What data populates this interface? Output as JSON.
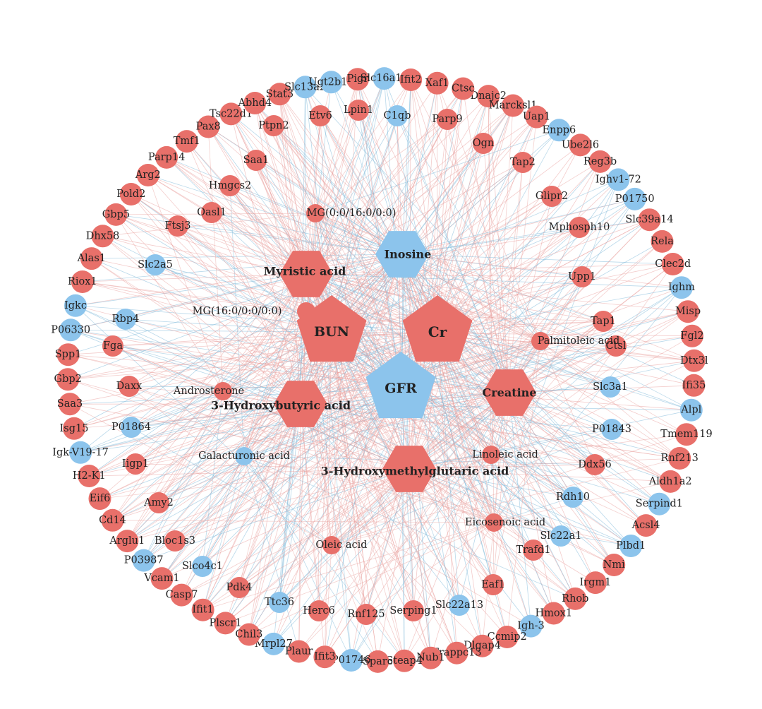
{
  "colors": {
    "up": "#e8706a",
    "down": "#8cc4ec",
    "edge_up": "#e9a3a0",
    "edge_down": "#7db8d8",
    "label": "#222222"
  },
  "hubs": [
    {
      "id": "h_bun",
      "label": "BUN",
      "shape": "pentagon",
      "group": "up"
    },
    {
      "id": "h_cr",
      "label": "Cr",
      "shape": "pentagon",
      "group": "up"
    },
    {
      "id": "h_gfr",
      "label": "GFR",
      "shape": "pentagon",
      "group": "down"
    },
    {
      "id": "h_inosine",
      "label": "Inosine",
      "shape": "hexagon",
      "group": "down"
    },
    {
      "id": "h_myristic",
      "label": "Myristic acid",
      "shape": "hexagon",
      "group": "up"
    },
    {
      "id": "h_creatine",
      "label": "Creatine",
      "shape": "hexagon",
      "group": "up"
    },
    {
      "id": "h_3hb",
      "label": "3-Hydroxybutyric acid",
      "shape": "hexagon",
      "group": "up"
    },
    {
      "id": "h_3hmg",
      "label": "3-Hydroxymethylglutaric acid",
      "shape": "hexagon",
      "group": "up"
    }
  ],
  "small_metabolites": [
    {
      "label": "MG(0:0/16:0/0:0)",
      "group": "up"
    },
    {
      "label": "MG(16:0/0:0/0:0)",
      "group": "up"
    },
    {
      "label": "Palmitoleic acid",
      "group": "up"
    },
    {
      "label": "Androsterone",
      "group": "up"
    },
    {
      "label": "Galacturonic acid",
      "group": "down"
    },
    {
      "label": "Linoleic acid",
      "group": "up"
    },
    {
      "label": "Eicosenoic acid",
      "group": "up"
    },
    {
      "label": "Oleic acid",
      "group": "up"
    }
  ],
  "inner_genes": [
    {
      "label": "Etv6",
      "group": "up"
    },
    {
      "label": "Lpin1",
      "group": "up"
    },
    {
      "label": "C1qb",
      "group": "down"
    },
    {
      "label": "Parp9",
      "group": "up"
    },
    {
      "label": "Ogn",
      "group": "up"
    },
    {
      "label": "Ptpn2",
      "group": "up"
    },
    {
      "label": "Saa1",
      "group": "up"
    },
    {
      "label": "Hmgcs2",
      "group": "up"
    },
    {
      "label": "Oasl1",
      "group": "up"
    },
    {
      "label": "Ftsj3",
      "group": "up"
    },
    {
      "label": "Slc2a5",
      "group": "down"
    },
    {
      "label": "Rbp4",
      "group": "down"
    },
    {
      "label": "Fga",
      "group": "up"
    },
    {
      "label": "Daxx",
      "group": "up"
    },
    {
      "label": "P01864",
      "group": "down"
    },
    {
      "label": "Iigp1",
      "group": "up"
    },
    {
      "label": "Amy2",
      "group": "up"
    },
    {
      "label": "Bloc1s3",
      "group": "up"
    },
    {
      "label": "Slco4c1",
      "group": "down"
    },
    {
      "label": "Pdk4",
      "group": "up"
    },
    {
      "label": "Ttc36",
      "group": "down"
    },
    {
      "label": "Herc6",
      "group": "up"
    },
    {
      "label": "Rnf125",
      "group": "up"
    },
    {
      "label": "Serping1",
      "group": "up"
    },
    {
      "label": "Slc22a13",
      "group": "down"
    },
    {
      "label": "Eaf1",
      "group": "up"
    },
    {
      "label": "Trafd1",
      "group": "up"
    },
    {
      "label": "Slc22a1",
      "group": "down"
    },
    {
      "label": "Rdh10",
      "group": "down"
    },
    {
      "label": "Ddx56",
      "group": "up"
    },
    {
      "label": "P01843",
      "group": "down"
    },
    {
      "label": "Slc3a1",
      "group": "down"
    },
    {
      "label": "Ctsl",
      "group": "up"
    },
    {
      "label": "Tap1",
      "group": "up"
    },
    {
      "label": "Upp1",
      "group": "up"
    },
    {
      "label": "Mphosph10",
      "group": "up"
    },
    {
      "label": "Glipr2",
      "group": "up"
    },
    {
      "label": "Tap2",
      "group": "up"
    }
  ],
  "outer_ring": [
    {
      "label": "Dnajc2",
      "group": "up"
    },
    {
      "label": "Marcksl1",
      "group": "up"
    },
    {
      "label": "Uap1",
      "group": "up"
    },
    {
      "label": "Enpp6",
      "group": "down"
    },
    {
      "label": "Ube2l6",
      "group": "up"
    },
    {
      "label": "Reg3b",
      "group": "up"
    },
    {
      "label": "Ighv1-72",
      "group": "down"
    },
    {
      "label": "P01750",
      "group": "down"
    },
    {
      "label": "Slc39a14",
      "group": "up"
    },
    {
      "label": "Rela",
      "group": "up"
    },
    {
      "label": "Clec2d",
      "group": "up"
    },
    {
      "label": "Ighm",
      "group": "down"
    },
    {
      "label": "Misp",
      "group": "up"
    },
    {
      "label": "Fgl2",
      "group": "up"
    },
    {
      "label": "Dtx3l",
      "group": "up"
    },
    {
      "label": "Ifi35",
      "group": "up"
    },
    {
      "label": "Alpl",
      "group": "down"
    },
    {
      "label": "Tmem119",
      "group": "up"
    },
    {
      "label": "Rnf213",
      "group": "up"
    },
    {
      "label": "Aldh1a2",
      "group": "up"
    },
    {
      "label": "Serpind1",
      "group": "down"
    },
    {
      "label": "Acsl4",
      "group": "up"
    },
    {
      "label": "Plbd1",
      "group": "down"
    },
    {
      "label": "Nmi",
      "group": "up"
    },
    {
      "label": "Irgm1",
      "group": "up"
    },
    {
      "label": "Rhob",
      "group": "up"
    },
    {
      "label": "Hmox1",
      "group": "up"
    },
    {
      "label": "Igh-3",
      "group": "down"
    },
    {
      "label": "Ccmip2",
      "group": "up"
    },
    {
      "label": "Dlgap4",
      "group": "up"
    },
    {
      "label": "Trappc13",
      "group": "up"
    },
    {
      "label": "Nub1",
      "group": "up"
    },
    {
      "label": "Steap4",
      "group": "up"
    },
    {
      "label": "Sparc",
      "group": "up"
    },
    {
      "label": "P01746",
      "group": "down"
    },
    {
      "label": "Ifit3",
      "group": "up"
    },
    {
      "label": "Plaur",
      "group": "up"
    },
    {
      "label": "Mrpl27",
      "group": "down"
    },
    {
      "label": "Chil3",
      "group": "up"
    },
    {
      "label": "Plscr1",
      "group": "up"
    },
    {
      "label": "Ifit1",
      "group": "up"
    },
    {
      "label": "Casp7",
      "group": "up"
    },
    {
      "label": "Vcam1",
      "group": "up"
    },
    {
      "label": "P03987",
      "group": "down"
    },
    {
      "label": "Arglu1",
      "group": "up"
    },
    {
      "label": "Cd14",
      "group": "up"
    },
    {
      "label": "Eif6",
      "group": "up"
    },
    {
      "label": "H2-K1",
      "group": "up"
    },
    {
      "label": "Igk-V19-17",
      "group": "down"
    },
    {
      "label": "Isg15",
      "group": "up"
    },
    {
      "label": "Saa3",
      "group": "up"
    },
    {
      "label": "Gbp2",
      "group": "up"
    },
    {
      "label": "Spp1",
      "group": "up"
    },
    {
      "label": "P06330",
      "group": "down"
    },
    {
      "label": "Igkc",
      "group": "down"
    },
    {
      "label": "Riox1",
      "group": "up"
    },
    {
      "label": "Alas1",
      "group": "up"
    },
    {
      "label": "Dhx58",
      "group": "up"
    },
    {
      "label": "Gbp5",
      "group": "up"
    },
    {
      "label": "Pold2",
      "group": "up"
    },
    {
      "label": "Arg2",
      "group": "up"
    },
    {
      "label": "Parp14",
      "group": "up"
    },
    {
      "label": "Tmf1",
      "group": "up"
    },
    {
      "label": "Pax8",
      "group": "up"
    },
    {
      "label": "Tsc22d1",
      "group": "up"
    },
    {
      "label": "Abhd4",
      "group": "up"
    },
    {
      "label": "Stat3",
      "group": "up"
    },
    {
      "label": "Slc13a2",
      "group": "down"
    },
    {
      "label": "Ugt2b17",
      "group": "down"
    },
    {
      "label": "Pigr",
      "group": "up"
    },
    {
      "label": "Slc16a12",
      "group": "down"
    },
    {
      "label": "Ifit2",
      "group": "up"
    },
    {
      "label": "Xaf1",
      "group": "up"
    },
    {
      "label": "Ctsc",
      "group": "up"
    }
  ]
}
